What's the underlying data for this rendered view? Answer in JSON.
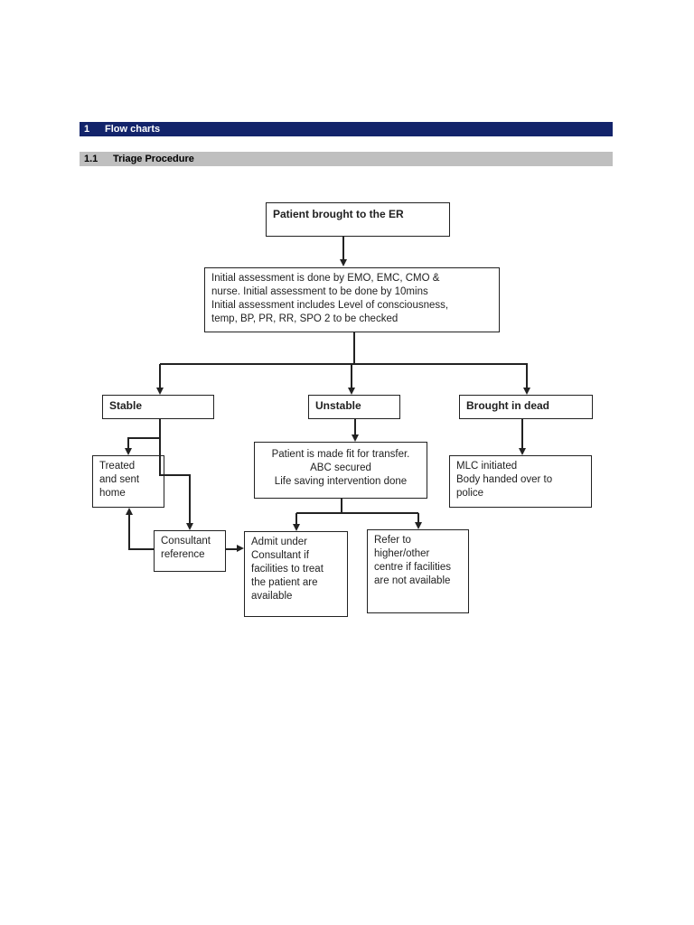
{
  "headings": {
    "section": {
      "number": "1",
      "title": "Flow charts"
    },
    "subsection": {
      "number": "1.1",
      "title": "Triage Procedure"
    }
  },
  "colors": {
    "section_bar_bg": "#13246B",
    "section_bar_text": "#FFFFFF",
    "subsection_bar_bg": "#BFBFBF",
    "subsection_bar_text": "#000000",
    "box_border": "#222222",
    "connector": "#222222",
    "page_bg": "#FFFFFF"
  },
  "flowchart": {
    "nodes": {
      "patient": {
        "label": "Patient brought to the ER"
      },
      "assess": {
        "lines": [
          "Initial assessment is done by EMO, EMC, CMO &",
          "nurse. Initial assessment to be done by 10mins",
          "Initial assessment includes Level of consciousness,",
          "temp, BP, PR, RR, SPO 2 to be checked"
        ]
      },
      "stable": {
        "label": "Stable"
      },
      "unstable": {
        "label": "Unstable"
      },
      "dead": {
        "label": "Brought in dead"
      },
      "treated": {
        "lines": [
          "Treated",
          "and sent",
          "home"
        ]
      },
      "fit": {
        "lines": [
          "Patient is made fit for transfer.",
          "ABC secured",
          "Life saving intervention done"
        ]
      },
      "mlc": {
        "lines": [
          "MLC initiated",
          "Body handed over to",
          "police"
        ]
      },
      "consult": {
        "lines": [
          "Consultant",
          "reference"
        ]
      },
      "admit": {
        "lines": [
          "Admit under",
          "Consultant if",
          "facilities to treat",
          "the patient are",
          "available"
        ]
      },
      "refer": {
        "lines": [
          "Refer to",
          "higher/other",
          "centre if facilities",
          "are not available"
        ]
      }
    },
    "edges": [
      {
        "from": "patient",
        "to": "assess"
      },
      {
        "from": "assess",
        "to": "stable"
      },
      {
        "from": "assess",
        "to": "unstable"
      },
      {
        "from": "assess",
        "to": "dead"
      },
      {
        "from": "stable",
        "to": "treated"
      },
      {
        "from": "stable",
        "to": "consult"
      },
      {
        "from": "consult",
        "to": "treated"
      },
      {
        "from": "consult",
        "to": "admit"
      },
      {
        "from": "unstable",
        "to": "fit"
      },
      {
        "from": "fit",
        "to": "admit"
      },
      {
        "from": "fit",
        "to": "refer"
      },
      {
        "from": "dead",
        "to": "mlc"
      }
    ]
  }
}
